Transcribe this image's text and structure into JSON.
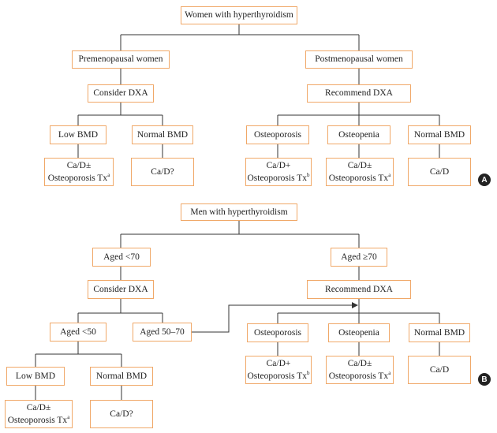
{
  "panel_a": {
    "root": "Women with hyperthyroidism",
    "pre": "Premenopausal women",
    "post": "Postmenopausal women",
    "consider": "Consider DXA",
    "recommend": "Recommend DXA",
    "low_bmd": "Low BMD",
    "normal_bmd_pre": "Normal BMD",
    "osteoporosis": "Osteoporosis",
    "osteopenia": "Osteopenia",
    "normal_bmd_post": "Normal BMD",
    "tx_low_l1": "Ca/D±",
    "tx_low_l2": "Osteoporosis Tx",
    "tx_low_sup": "a",
    "tx_normal_pre": "Ca/D?",
    "tx_osteoporosis_l1": "Ca/D+",
    "tx_osteoporosis_l2": "Osteoporosis Tx",
    "tx_osteoporosis_sup": "b",
    "tx_osteopenia_l1": "Ca/D±",
    "tx_osteopenia_l2": "Osteoporosis Tx",
    "tx_osteopenia_sup": "a",
    "tx_normal_post": "Ca/D",
    "label": "A"
  },
  "panel_b": {
    "root": "Men with hyperthyroidism",
    "under70": "Aged <70",
    "over70": "Aged ≥70",
    "consider": "Consider DXA",
    "recommend": "Recommend DXA",
    "under50": "Aged <50",
    "aged50_70": "Aged 50–70",
    "osteoporosis": "Osteoporosis",
    "osteopenia": "Osteopenia",
    "normal_bmd_right": "Normal BMD",
    "low_bmd": "Low BMD",
    "normal_bmd_left": "Normal BMD",
    "tx_osteoporosis_l1": "Ca/D+",
    "tx_osteoporosis_l2": "Osteoporosis Tx",
    "tx_osteoporosis_sup": "b",
    "tx_osteopenia_l1": "Ca/D±",
    "tx_osteopenia_l2": "Osteoporosis Tx",
    "tx_osteopenia_sup": "a",
    "tx_normal_right": "Ca/D",
    "tx_low_l1": "Ca/D±",
    "tx_low_l2": "Osteoporosis Tx",
    "tx_low_sup": "a",
    "tx_normal_left": "Ca/D?",
    "label": "B"
  },
  "colors": {
    "box_border": "#f0a868",
    "connector": "#333333",
    "text": "#222222",
    "badge": "#222222"
  }
}
